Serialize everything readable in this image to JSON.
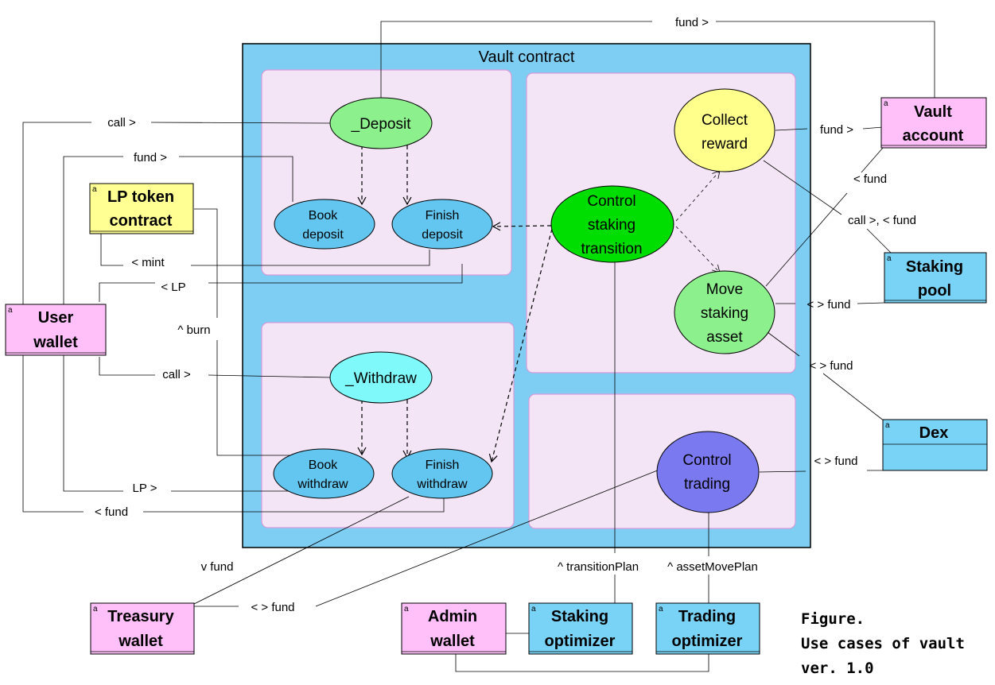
{
  "vault": {
    "title": "Vault contract"
  },
  "use_cases": {
    "deposit": "_Deposit",
    "book_deposit": [
      "Book",
      "deposit"
    ],
    "finish_deposit": [
      "Finish",
      "deposit"
    ],
    "withdraw": "_Withdraw",
    "book_withdraw": [
      "Book",
      "withdraw"
    ],
    "finish_withdraw": [
      "Finish",
      "withdraw"
    ],
    "control_staking": [
      "Control",
      "staking",
      "transition"
    ],
    "collect_reward": [
      "Collect",
      "reward"
    ],
    "move_staking": [
      "Move",
      "staking",
      "asset"
    ],
    "control_trading": [
      "Control",
      "trading"
    ]
  },
  "actors": {
    "vault_account": [
      "Vault",
      "account"
    ],
    "lp_token": [
      "LP token",
      "contract"
    ],
    "user_wallet": [
      "User",
      "wallet"
    ],
    "staking_pool": [
      "Staking",
      "pool"
    ],
    "dex": "Dex",
    "treasury_wallet": [
      "Treasury",
      "wallet"
    ],
    "admin_wallet": [
      "Admin",
      "wallet"
    ],
    "staking_optimizer": [
      "Staking",
      "optimizer"
    ],
    "trading_optimizer": [
      "Trading",
      "optimizer"
    ],
    "stereotype_marker": "a"
  },
  "connector_labels": {
    "fund_top": "fund >",
    "call_deposit": "call >",
    "fund_book_deposit": "fund >",
    "mint": "< mint",
    "lp_in": "< LP",
    "burn": "^ burn",
    "call_withdraw": "call >",
    "lp_out": "LP >",
    "fund_out": "< fund",
    "fund_collect": "fund >",
    "fund_vault_back": "< fund",
    "call_fund_staking": "call >, < fund",
    "fund_move_staking": "< > fund",
    "fund_move_dex": "< > fund",
    "fund_trading_dex": "< > fund",
    "fund_treasury_v": "v fund",
    "fund_treasury_trading": "< > fund",
    "transition_plan": "^ transitionPlan",
    "asset_move_plan": "^ assetMovePlan"
  },
  "caption": [
    "Figure.",
    "Use cases of vault",
    "ver. 1.0"
  ],
  "colors": {
    "vault_bg": "#7ecef4",
    "panel_bg": "#f3e5f5",
    "panel_border": "#d79bd9",
    "blue_ellipse": "#62c6f1",
    "green_ellipse": "#8cf08c",
    "bright_green": "#00dd00",
    "yellow_ellipse": "#ffff8c",
    "cyan_ellipse": "#7ff9f9",
    "purple_ellipse": "#7b79ef",
    "pink_actor": "#ffbff9",
    "yellow_actor": "#ffff93",
    "blue_actor": "#79d3f6"
  }
}
